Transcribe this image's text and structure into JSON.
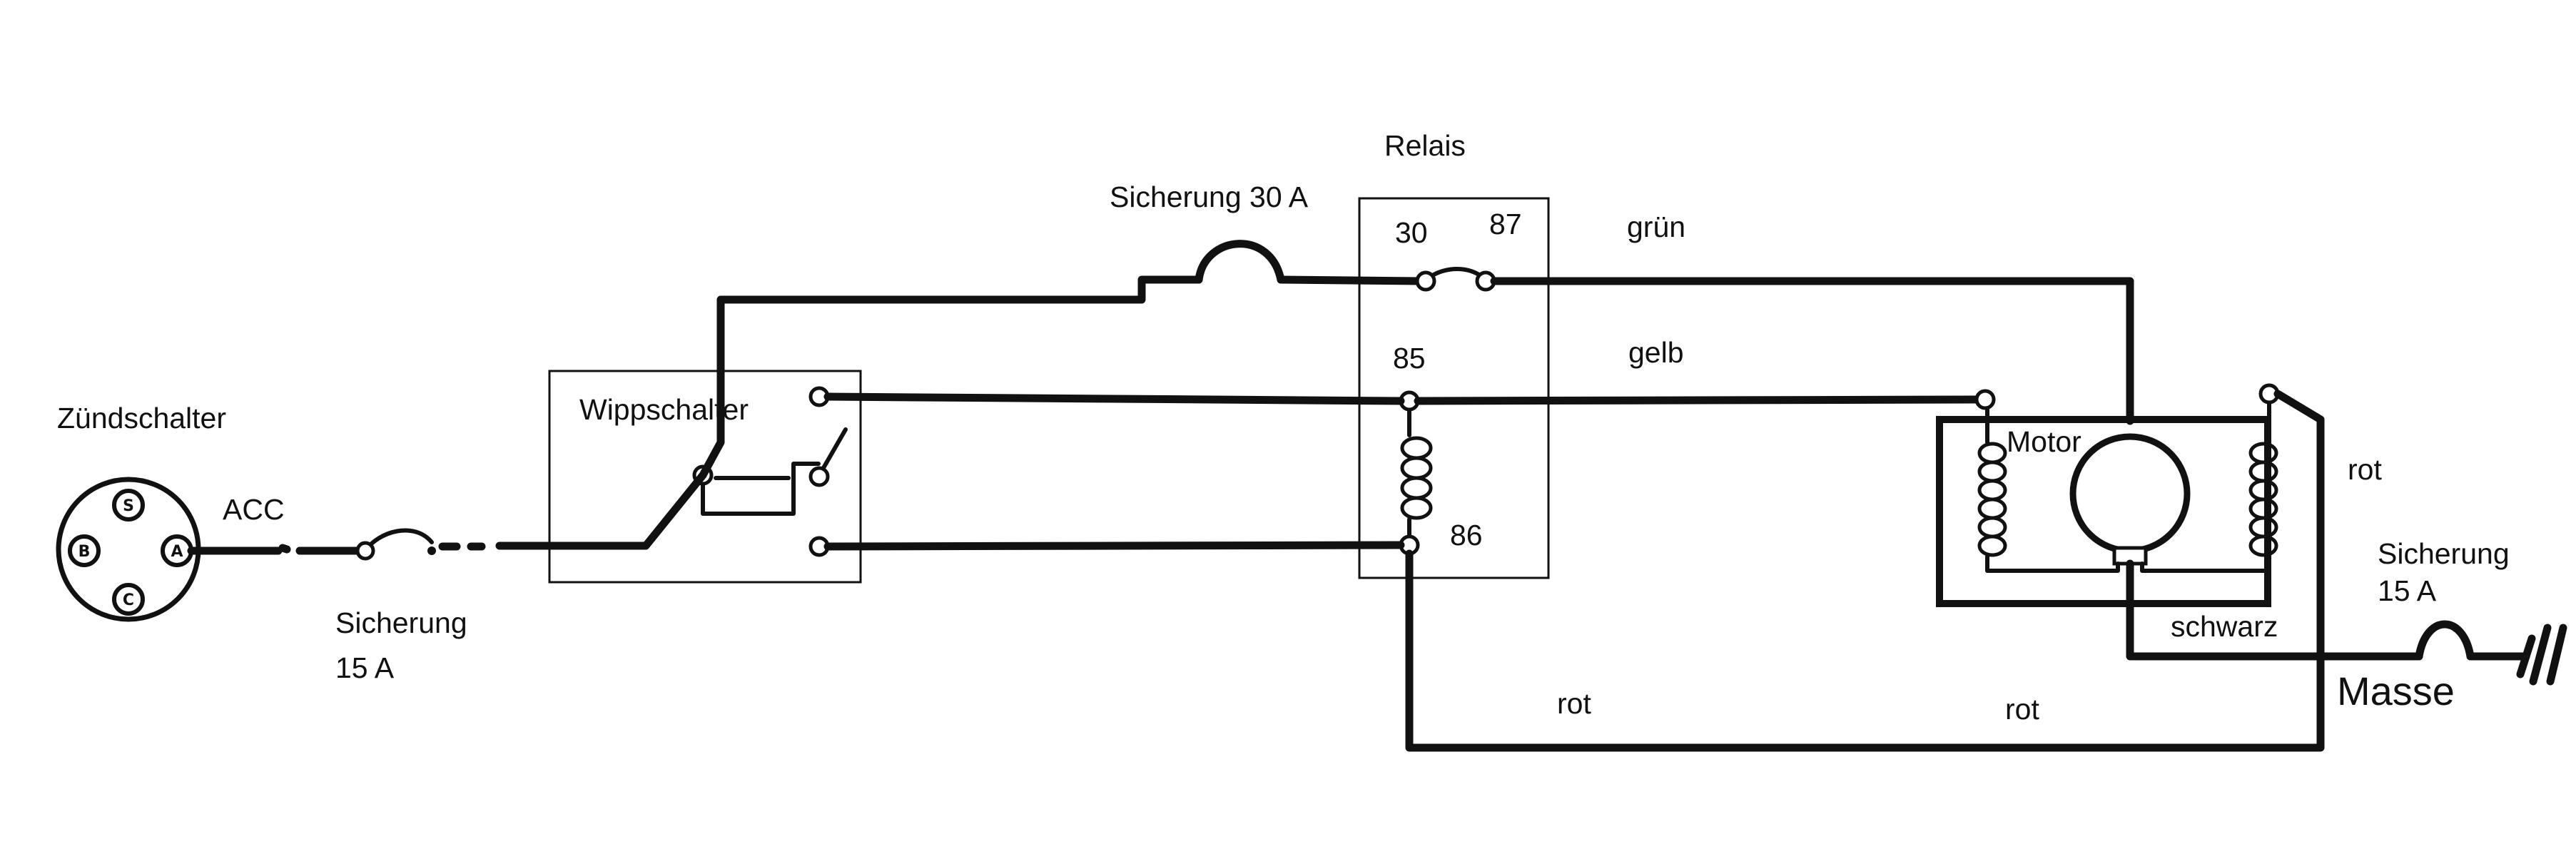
{
  "labels": {
    "ignition_switch": "Zündschalter",
    "acc": "ACC",
    "fuse_small_name": "Sicherung",
    "fuse_small_rating": "15 A",
    "rocker_switch": "Wippschalter",
    "fuse_large": "Sicherung 30 A",
    "relay": "Relais",
    "pin_30": "30",
    "pin_87": "87",
    "pin_85": "85",
    "pin_86": "86",
    "wire_green": "grün",
    "wire_yellow": "gelb",
    "motor": "Motor",
    "wire_red_right": "rot",
    "fuse_right_name": "Sicherung",
    "fuse_right_rating": "15 A",
    "wire_black": "schwarz",
    "ground": "Masse",
    "wire_red_bottom_left": "rot",
    "wire_red_bottom_right": "rot"
  },
  "ignition_pins": [
    "B",
    "A",
    "C",
    "S"
  ]
}
